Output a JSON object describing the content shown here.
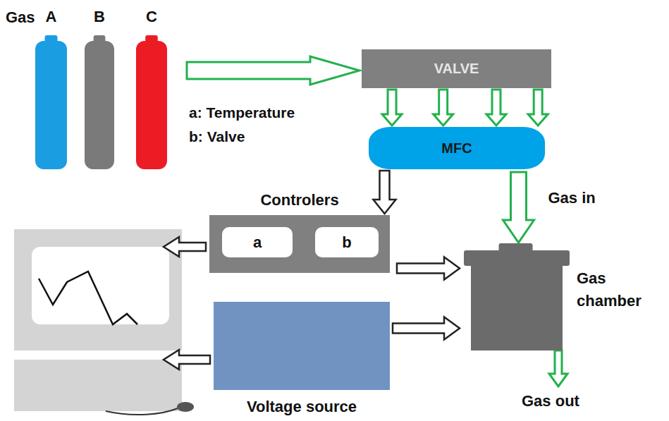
{
  "diagram": {
    "nodes": [
      {
        "text": [
          "A"
        ]
      },
      {
        "text": [
          "B"
        ]
      },
      {
        "text": [
          "C"
        ]
      },
      {
        "text": [
          "VALVE"
        ]
      },
      {
        "text": [
          "MFC"
        ]
      },
      {
        "text": [
          "Controlers"
        ]
      },
      {
        "text": [
          "a"
        ],
        "in": 5
      },
      {
        "text": [
          "b"
        ],
        "in": 5
      },
      {
        "text": [
          "Gas chamber"
        ]
      },
      {
        "text": [
          "Voltage source"
        ]
      }
    ],
    "edges": [
      {
        "from": 2,
        "to": 3,
        "arrow": "to"
      },
      {
        "from": 3,
        "to": 4,
        "arrow": "to"
      },
      {
        "from": 4,
        "to": 5,
        "arrow": "to"
      },
      {
        "from": 4,
        "to": 8,
        "label": "Gas in",
        "arrow": "to"
      },
      {
        "from": 5,
        "to": 8,
        "arrow": "to"
      },
      {
        "from": 9,
        "to": 8,
        "arrow": "to"
      }
    ],
    "labels": [
      "Gas",
      "a: Temperature",
      "b: Valve",
      "Gas out"
    ]
  }
}
